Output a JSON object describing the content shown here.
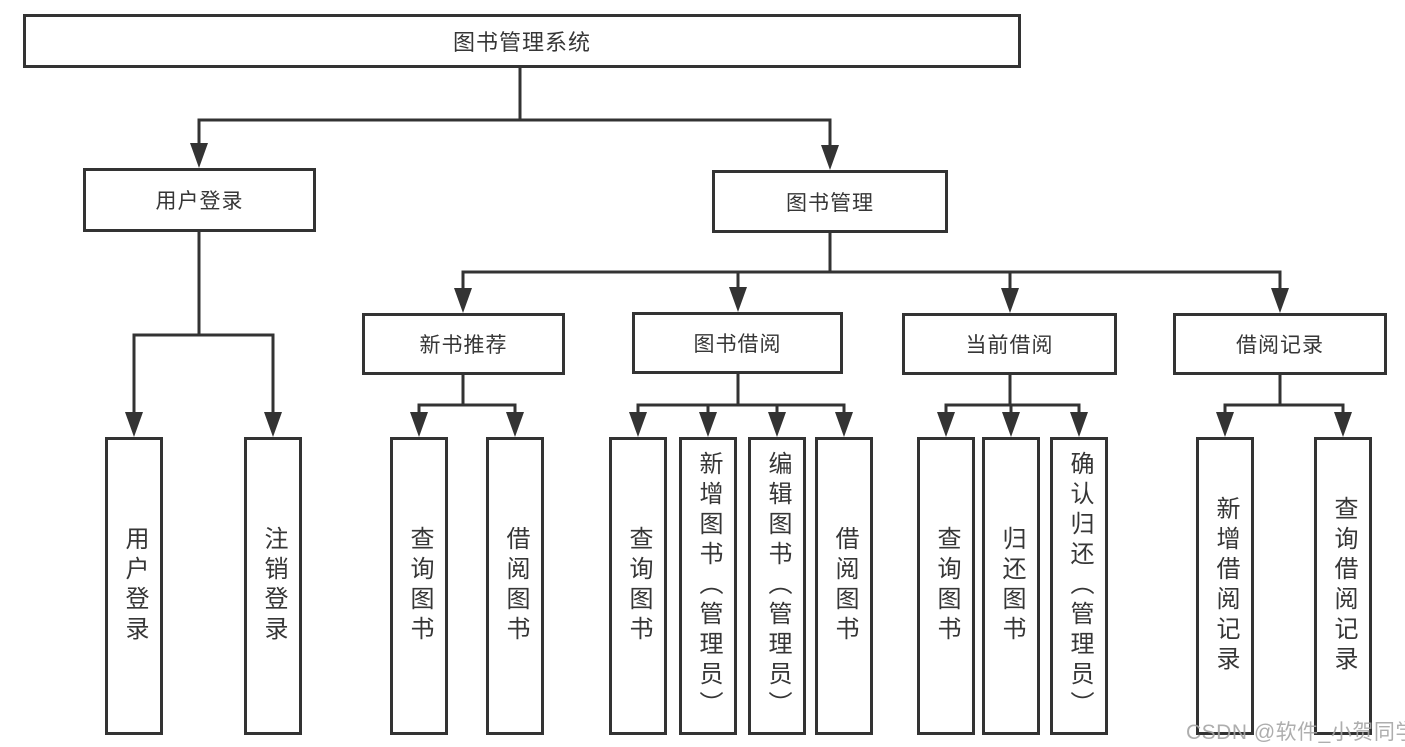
{
  "diagram": {
    "type": "hierarchy",
    "background": "#ffffff",
    "line_color": "#333333",
    "box_border_color": "#333333",
    "text_color": "#363636"
  },
  "tree": {
    "label": "图书管理系统",
    "children": [
      {
        "label": "用户登录",
        "children": [
          {
            "label": "用户登录"
          },
          {
            "label": "注销登录"
          }
        ]
      },
      {
        "label": "图书管理",
        "children": [
          {
            "label": "新书推荐",
            "children": [
              {
                "label": "查询图书"
              },
              {
                "label": "借阅图书"
              }
            ]
          },
          {
            "label": "图书借阅",
            "children": [
              {
                "label": "查询图书"
              },
              {
                "label": "新增图书（管理员）"
              },
              {
                "label": "编辑图书（管理员）"
              },
              {
                "label": "借阅图书"
              }
            ]
          },
          {
            "label": "当前借阅",
            "children": [
              {
                "label": "查询图书"
              },
              {
                "label": "归还图书"
              },
              {
                "label": "确认归还（管理员）"
              }
            ]
          },
          {
            "label": "借阅记录",
            "children": [
              {
                "label": "新增借阅记录"
              },
              {
                "label": "查询借阅记录"
              }
            ]
          }
        ]
      }
    ]
  },
  "watermark": {
    "text": "CSDN @软件_小贺同学",
    "color": "#a6a6a6"
  }
}
